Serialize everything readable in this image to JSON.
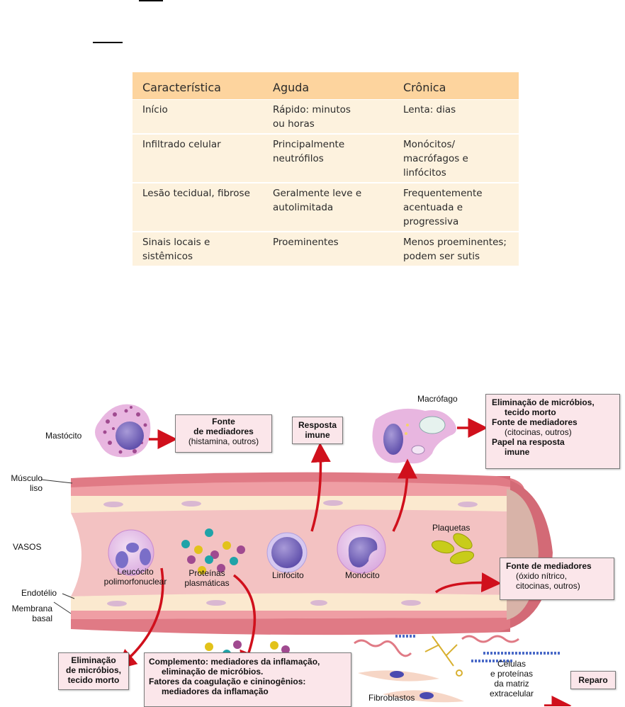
{
  "table": {
    "headers": [
      "Característica",
      "Aguda",
      "Crônica"
    ],
    "rows": [
      [
        "Início",
        "Rápido: minutos ou horas",
        "Lenta: dias"
      ],
      [
        "Infiltrado celular",
        "Principalmente neutrófilos",
        "Monócitos/ macrófagos e linfócitos"
      ],
      [
        "Lesão tecidual, fibrose",
        "Geralmente leve e autolimitada",
        "Frequentemente acentuada e progressiva"
      ],
      [
        "Sinais locais e sistêmicos",
        "Proeminentes",
        "Menos proeminentes; podem ser sutis"
      ]
    ],
    "colors": {
      "header_bg": "#fdd49e",
      "row_bg": "#fdf2de"
    }
  },
  "diagram": {
    "labels": {
      "mastocito": "Mastócito",
      "macrofago": "Macrófago",
      "musculo_liso": [
        "Músculo",
        "liso"
      ],
      "vasos": "VASOS",
      "endotelio": "Endotélio",
      "membrana_basal": [
        "Membrana",
        "basal"
      ],
      "leucocito": [
        "Leucócito",
        "polimorfonuclear"
      ],
      "proteinas": [
        "Proteínas",
        "plasmáticas"
      ],
      "linfocito": "Linfócito",
      "monocito": "Monócito",
      "plaquetas": "Plaquetas",
      "fibroblastos": "Fibroblastos",
      "matriz": [
        "Células",
        "e proteínas",
        "da matriz",
        "extracelular"
      ]
    },
    "boxes": {
      "mastocito_box": {
        "title": [
          "Fonte",
          "de mediadores"
        ],
        "sub": "(histamina, outros)"
      },
      "resposta_imune": [
        "Resposta",
        "imune"
      ],
      "macrofago_box": {
        "l1": "Eliminação de micróbios,",
        "l2": "tecido morto",
        "l3": "Fonte de mediadores",
        "l4": "(citocinas, outros)",
        "l5": "Papel na resposta",
        "l6": "imune"
      },
      "endotelio_box": {
        "title": "Fonte de mediadores",
        "l2": "(óxido nítrico,",
        "l3": "citocinas, outros)"
      },
      "eliminacao_box": [
        "Eliminação",
        "de micróbios,",
        "tecido morto"
      ],
      "complemento_box": {
        "l1": "Complemento: mediadores da inflamação,",
        "l2": "eliminação de micróbios.",
        "l3": "Fatores da coagulação e cininogênios:",
        "l4": "mediadores da inflamação"
      },
      "reparo": "Reparo"
    },
    "colors": {
      "arrow": "#d0101c",
      "box_bg": "#fbe6ea",
      "vessel_wall": "#e07a85",
      "vessel_lumen": "#f6c9c8"
    }
  }
}
